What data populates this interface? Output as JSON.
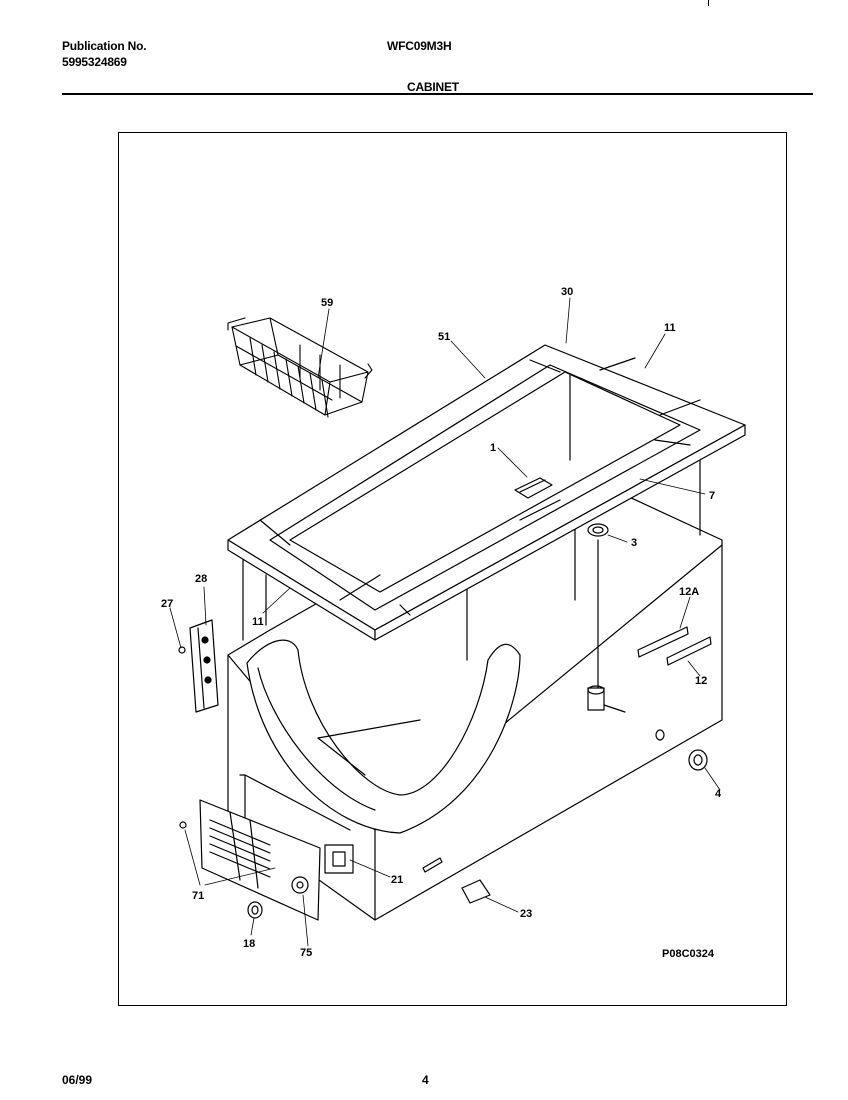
{
  "header": {
    "publication_label": "Publication No.",
    "publication_number": "5995324869",
    "model": "WFC09M3H",
    "section_title": "CABINET"
  },
  "diagram": {
    "drawing_code": "P08C0324",
    "callouts": {
      "c59": "59",
      "c30": "30",
      "c51": "51",
      "c11a": "11",
      "c1": "1",
      "c7": "7",
      "c3": "3",
      "c28": "28",
      "c27": "27",
      "c11b": "11",
      "c12a": "12A",
      "c12": "12",
      "c4": "4",
      "c21": "21",
      "c71": "71",
      "c23": "23",
      "c18": "18",
      "c75": "75"
    }
  },
  "footer": {
    "date": "06/99",
    "page": "4"
  }
}
